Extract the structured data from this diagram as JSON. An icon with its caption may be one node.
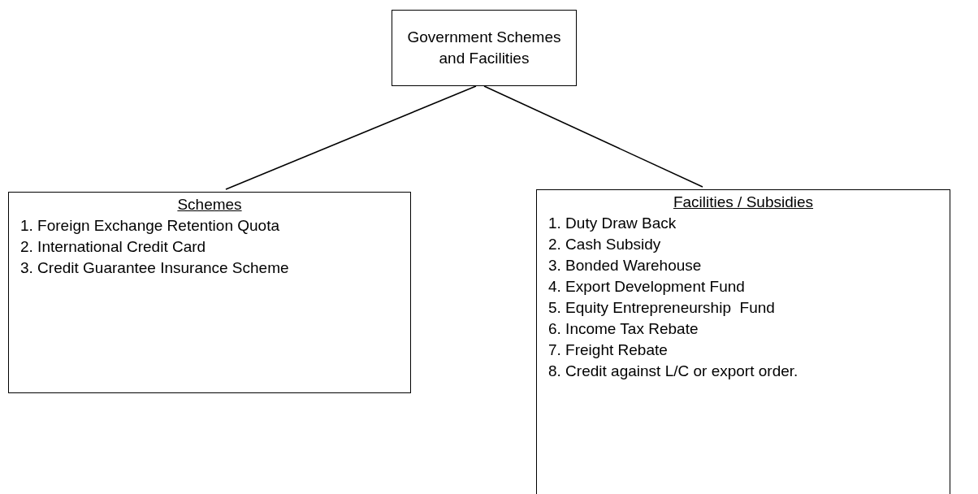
{
  "diagram": {
    "nodes": [
      {
        "text": [
          "Government Schemes and Facilities"
        ]
      },
      {
        "text": [
          "Schemes",
          "1. Foreign Exchange Retention Quota",
          "2. International Credit Card",
          "3. Credit Guarantee Insurance Scheme"
        ]
      },
      {
        "text": [
          "Facilities / Subsidies",
          "1. Duty Draw Back",
          "2. Cash Subsidy",
          "3. Bonded Warehouse",
          "4. Export Development Fund",
          "5. Equity Entrepreneurship  Fund",
          "6. Income Tax Rebate",
          "7. Freight Rebate",
          "8. Credit against L/C or export order."
        ]
      }
    ],
    "edges": [
      {
        "from": 0,
        "to": 1,
        "arrow": "none"
      },
      {
        "from": 0,
        "to": 2,
        "arrow": "none"
      }
    ]
  }
}
